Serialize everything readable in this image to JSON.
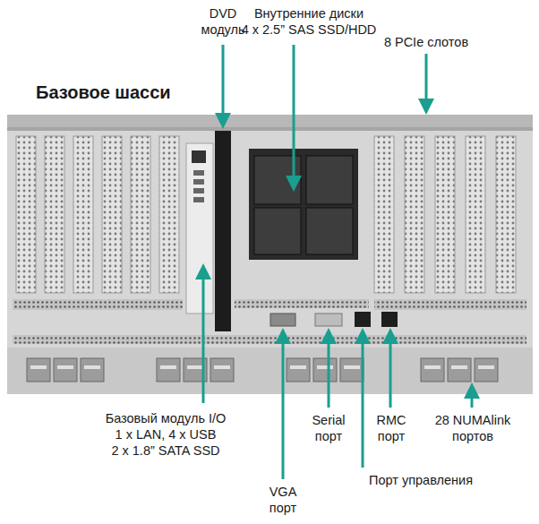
{
  "diagram": {
    "title": "Базовое шасси",
    "labels": [
      "DVD модуль",
      "Внутренние диски 4 x 2.5” SAS SSD/HDD",
      "8 PCIe слотов",
      "Базовый модуль I/O 1 x LAN, 4 x USB 2 x 1.8” SATA SSD",
      "Serial порт",
      "RMC порт",
      "28 NUMAlink портов",
      "VGA порт",
      "Порт управления"
    ]
  }
}
